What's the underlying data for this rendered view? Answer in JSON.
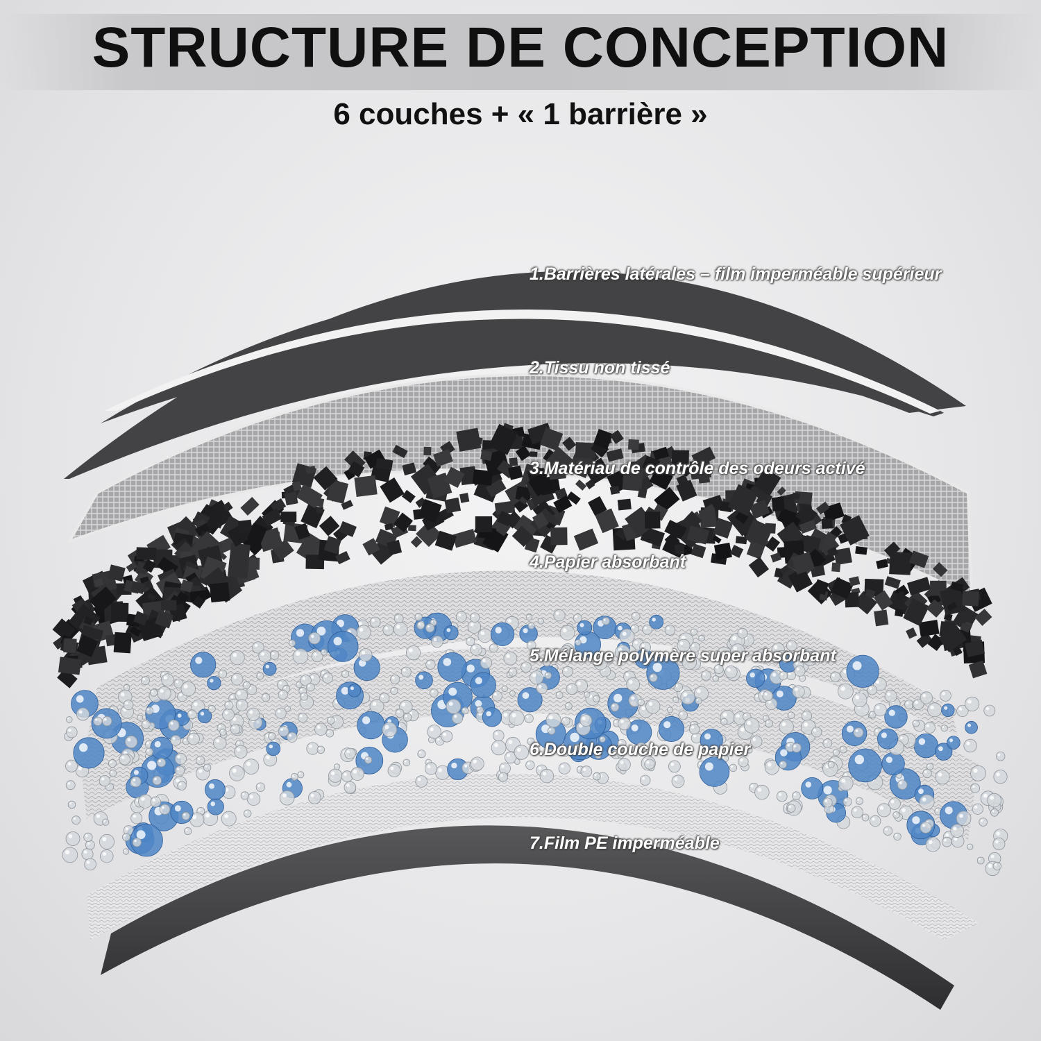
{
  "header": {
    "title": "STRUCTURE DE CONCEPTION",
    "subtitle": "6 couches + « 1 barrière »"
  },
  "layers": [
    {
      "label": "1.Barrières latérales – film imperméable supérieur"
    },
    {
      "label": "2.Tissu non tissé"
    },
    {
      "label": "3.Matériau de contrôle des odeurs activé"
    },
    {
      "label": "4.Papier absorbant"
    },
    {
      "label": "5.Mélange polymère super absorbant"
    },
    {
      "label": "6.Double couche de papier"
    },
    {
      "label": "7.Film PE imperméable"
    }
  ],
  "colors": {
    "dark_film": "#3d3d3f",
    "carbon": "#1e1e20",
    "fabric": "#a9a9ab",
    "paper": "#dcdcde",
    "polymer_clear": "#d4d8dc",
    "polymer_blue": "#4f86c6"
  }
}
